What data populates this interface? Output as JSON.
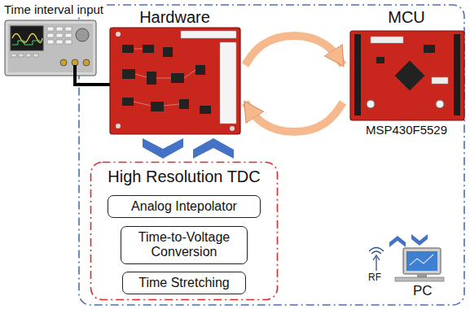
{
  "diagram": {
    "nodes": [
      {
        "text": [
          "Hardware"
        ]
      },
      {
        "text": [
          "MCU",
          "MSP430F5529"
        ]
      },
      {
        "text": [
          "High Resolution TDC"
        ]
      },
      {
        "text": [
          "Analog Intepolator"
        ],
        "in": 2
      },
      {
        "text": [
          "Time-to-Voltage Conversion"
        ],
        "in": 2
      },
      {
        "text": [
          "Time Stretching"
        ],
        "in": 2
      }
    ],
    "edges": [
      {
        "from": 0,
        "to": 1,
        "arrow": "to"
      },
      {
        "from": 1,
        "to": 0,
        "arrow": "to"
      }
    ],
    "labels": [
      "Time interval input",
      "RF",
      "PC"
    ]
  }
}
